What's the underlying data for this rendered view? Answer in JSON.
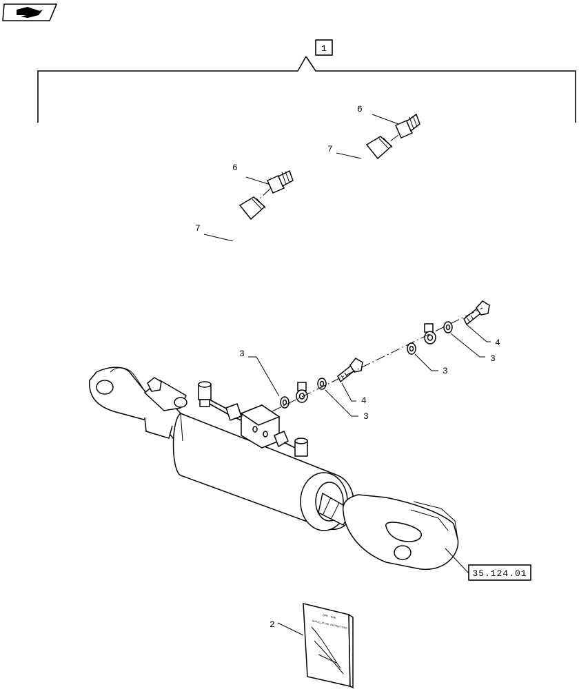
{
  "nav_icon": {
    "name": "section-navigation-icon"
  },
  "assembly": {
    "item_number": "1"
  },
  "callouts": {
    "c2": "2",
    "c3a": "3",
    "c3b": "3",
    "c3c": "3",
    "c3d": "3",
    "c4a": "4",
    "c4b": "4",
    "c6a": "6",
    "c6b": "6",
    "c7a": "7",
    "c7b": "7"
  },
  "reference": {
    "label": "35.124.01"
  },
  "manual": {
    "cover_line1": "OPR. MAN.",
    "cover_line2": "INSTALLATION INSTRUCTIONS"
  }
}
